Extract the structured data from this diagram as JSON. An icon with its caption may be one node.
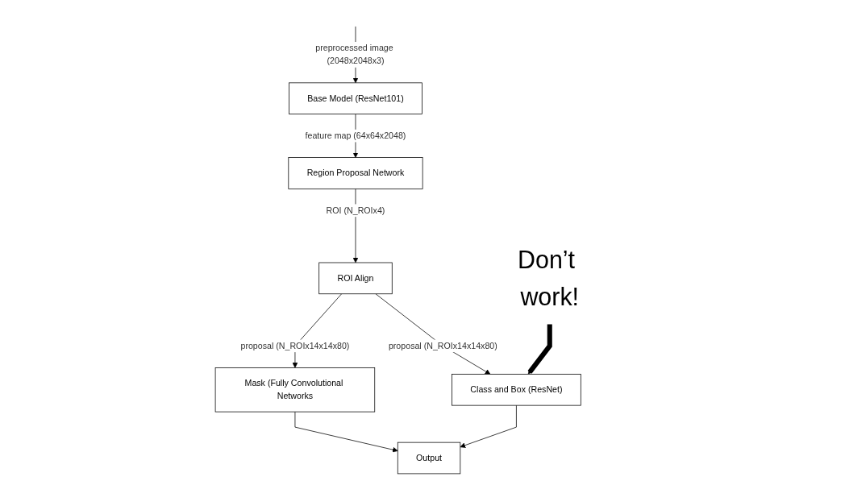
{
  "diagram": {
    "nodes": [
      {
        "text": [
          "Base Model (ResNet101)"
        ]
      },
      {
        "text": [
          "Region Proposal Network"
        ]
      },
      {
        "text": [
          "ROI Align"
        ]
      },
      {
        "text": [
          "Class and Box (ResNet)"
        ]
      },
      {
        "text": [
          "Mask (Fully Convolutional Networks"
        ]
      },
      {
        "text": [
          "Output"
        ]
      },
      {
        "text": [
          "Don’t work!"
        ]
      }
    ],
    "edges": [
      {
        "from": null,
        "to": 0,
        "arrow": "to",
        "label": "preprocessed image (2048x2048x3)"
      },
      {
        "from": 0,
        "to": 1,
        "arrow": "to",
        "label": "feature map (64x64x2048)"
      },
      {
        "from": 1,
        "to": 2,
        "arrow": "to",
        "label": "ROI (N_ROIx4)"
      },
      {
        "from": 2,
        "to": 3,
        "arrow": "to",
        "label": "proposal (N_ROIx14x14x80)"
      },
      {
        "from": 2,
        "to": 4,
        "arrow": "to",
        "label": "proposal (N_ROIx14x14x80)"
      },
      {
        "from": 3,
        "to": 5,
        "arrow": "to"
      },
      {
        "from": 4,
        "to": 5,
        "arrow": "to"
      },
      {
        "from": 6,
        "to": 3,
        "arrow": "to",
        "style": "thick"
      }
    ]
  }
}
